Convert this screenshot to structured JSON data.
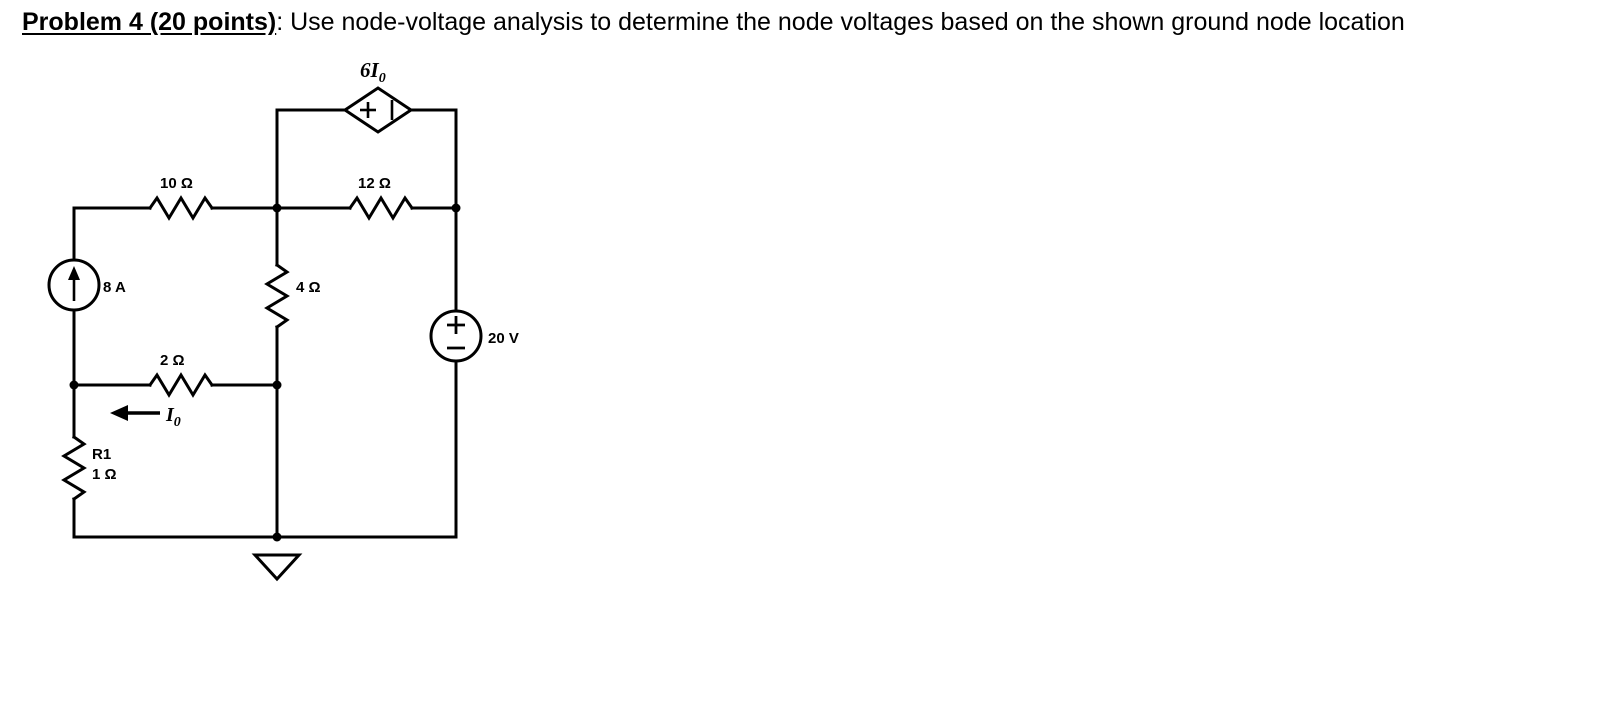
{
  "problem": {
    "label_bold": "Problem 4 (20 points)",
    "statement": ": Use node-voltage analysis to determine the node voltages based on the shown ground node location"
  },
  "circuit": {
    "dependent_source": {
      "label": "6I",
      "label_sub": "0",
      "plus": "+",
      "minus": "|",
      "type": "diamond-dependent-voltage-source"
    },
    "current_source": {
      "value": "8 A",
      "type": "circle-current-source-up"
    },
    "voltage_source": {
      "value": "20 V",
      "plus": "+",
      "minus": "−",
      "type": "circle-voltage-source"
    },
    "resistors": [
      {
        "name": "r10",
        "label": "10 Ω",
        "orientation": "horizontal"
      },
      {
        "name": "r12",
        "label": "12 Ω",
        "orientation": "horizontal"
      },
      {
        "name": "r4",
        "label": "4 Ω",
        "orientation": "vertical"
      },
      {
        "name": "r2",
        "label": "2 Ω",
        "orientation": "horizontal"
      },
      {
        "name": "r1",
        "label_name": "R1",
        "label": "1 Ω",
        "orientation": "vertical"
      }
    ],
    "current_label": {
      "symbol": "I",
      "subscript": "0",
      "direction": "left"
    },
    "ground": {
      "type": "ground-triangle"
    },
    "colors": {
      "wire": "#000000",
      "background": "#ffffff"
    }
  }
}
